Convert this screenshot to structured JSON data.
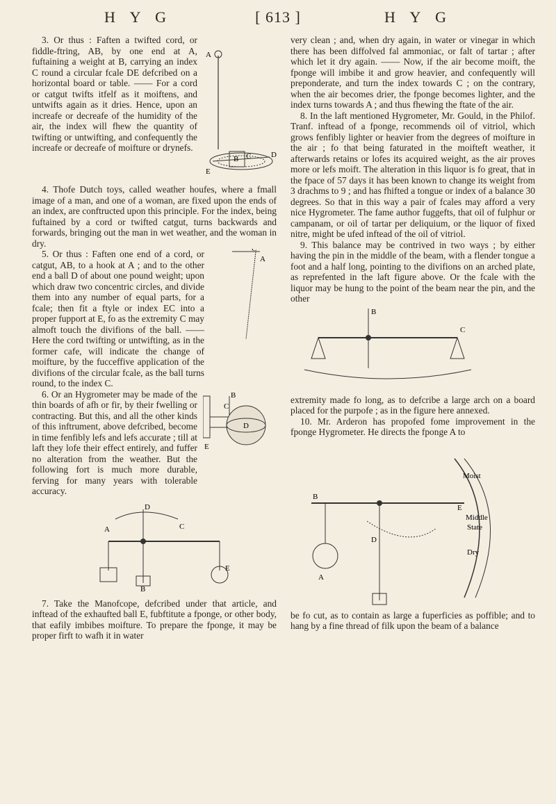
{
  "header": {
    "left": "H Y G",
    "center": "[ 613 ]",
    "right": "H Y G"
  },
  "left_column": {
    "p3": "3. Or thus : Faften a twifted cord, or fiddle-ftring, AB, by one end at A, fuftaining a weight at B, carrying an index C round a circular fcale DE defcribed on a horizontal board or table. —— For a cord or catgut twifts itfelf as it moiftens, and untwifts again as it dries. Hence, upon an increafe or decreafe of the humidity of the air, the index will fhew the quantity of twifting or untwifting, and confequently the increafe or decreafe of moifture or drynefs.",
    "p4": "4. Thofe Dutch toys, called weather houfes, where a fmall image of a man, and one of a woman, are fixed upon the ends of an index, are conftructed upon this principle. For the index, being fuftained by a cord or twifted catgut, turns backwards and forwards, bringing out the man in wet weather, and the woman in dry.",
    "p5": "5. Or thus : Faften one end of a cord, or catgut, AB, to a hook at A ; and to the other end a ball D of about one pound weight; upon which draw two concentric circles, and divide them into any number of equal parts, for a fcale; then fit a ftyle or index EC into a proper fupport at E, fo as the extremity C may almoft touch the divifions of the ball. —— Here the cord twifting or untwifting, as in the former cafe, will indicate the change of moifture, by the fucceffive application of the divifions of the circular fcale, as the ball turns round, to the index C.",
    "p6": "6. Or an Hygrometer may be made of the thin boards of afh or fir, by their fwelling or contracting. But this, and all the other kinds of this inftrument, above defcribed, become in time fenfibly lefs and lefs accurate ; till at laft they lofe their effect entirely, and fuffer no alteration from the weather. But the following fort is much more durable, ferving for many years with tolerable accuracy.",
    "p7": "7. Take the Manofcope, defcribed under that article, and inftead of the exhaufted ball E, fubftitute a fponge, or other body, that eafily imbibes moifture. To prepare the fponge, it may be proper firft to wafh it in water"
  },
  "right_column": {
    "p7b": "very clean ; and, when dry again, in water or vinegar in which there has been diffolved fal ammoniac, or falt of tartar ; after which let it dry again. —— Now, if the air become moift, the fponge will imbibe it and grow heavier, and confequently will preponderate, and turn the index towards C ; on the contrary, when the air becomes drier, the fponge becomes lighter, and the index turns towards A ; and thus fhewing the ftate of the air.",
    "p8": "8. In the laft mentioned Hygrometer, Mr. Gould, in the Philof. Tranf. inftead of a fponge, recommends oil of vitriol, which grows fenfibly lighter or heavier from the degrees of moifture in the air ; fo that being faturated in the moifteft weather, it afterwards retains or lofes its acquired weight, as the air proves more or lefs moift. The alteration in this liquor is fo great, that in the fpace of 57 days it has been known to change its weight from 3 drachms to 9 ; and has fhifted a tongue or index of a balance 30 degrees. So that in this way a pair of fcales may afford a very nice Hygrometer. The fame author fuggefts, that oil of fulphur or campanam, or oil of tartar per deliquium, or the liquor of fixed nitre, might be ufed inftead of the oil of vitriol.",
    "p9": "9. This balance may be contrived in two ways ; by either having the pin in the middle of the beam, with a flender tongue a foot and a half long, pointing to the divifions on an arched plate, as reprefented in the laft figure above. Or the fcale with the liquor may be hung to the point of the beam near the pin, and the other",
    "p9b": "extremity made fo long, as to defcribe a large arch on a board placed for the purpofe ; as in the figure here annexed.",
    "p10": "10. Mr. Arderon has propofed fome improvement in the fponge Hygrometer. He directs the fponge A to",
    "p10b": "be fo cut, as to contain as large a fuperficies as poffible; and to hang by a fine thread of filk upon the beam of a balance"
  },
  "figure_labels": {
    "f1": [
      "A",
      "D",
      "B",
      "C",
      "E"
    ],
    "f2": [
      "C",
      "A"
    ],
    "f3": [
      "B",
      "C",
      "E",
      "D"
    ],
    "f4": [
      "D",
      "E",
      "A",
      "C",
      "B"
    ],
    "f5": [
      "B",
      "C"
    ],
    "f6": [
      "Moist",
      "Middle",
      "State",
      "Dry",
      "E",
      "B",
      "D",
      "A"
    ]
  }
}
